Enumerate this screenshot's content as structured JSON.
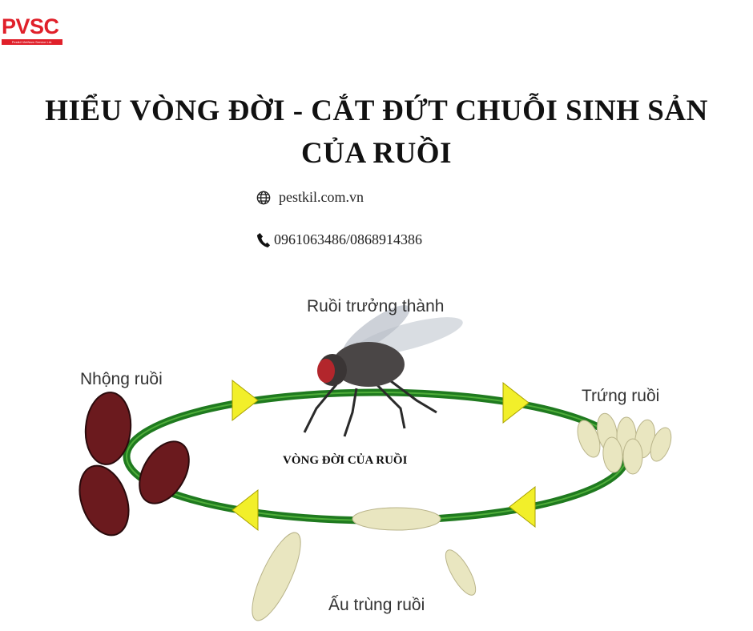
{
  "logo": {
    "text": "PVSC",
    "tagline": "Pestkil VietNam Service Ltd.",
    "color": "#e0202a"
  },
  "title": {
    "line1": "HIỂU VÒNG ĐỜI - CẮT ĐỨT CHUỖI SINH SẢN",
    "line2": "CỦA RUỒI"
  },
  "contact": {
    "website": {
      "icon": "globe-icon",
      "text": "pestkil.com.vn"
    },
    "phone": {
      "icon": "phone-icon",
      "text": "0961063486/0868914386"
    }
  },
  "diagram": {
    "center_label": "VÒNG ĐỜI CỦA RUỒI",
    "stages": {
      "adult": "Ruồi trưởng thành",
      "egg": "Trứng ruồi",
      "larva": "Ấu trùng ruồi",
      "pupa": "Nhộng ruồi"
    },
    "colors": {
      "ring": "#1f7a1f",
      "arrow": "#f2ef2a",
      "pupa": "#6b1a1e",
      "larva": "#e9e6c0"
    }
  }
}
